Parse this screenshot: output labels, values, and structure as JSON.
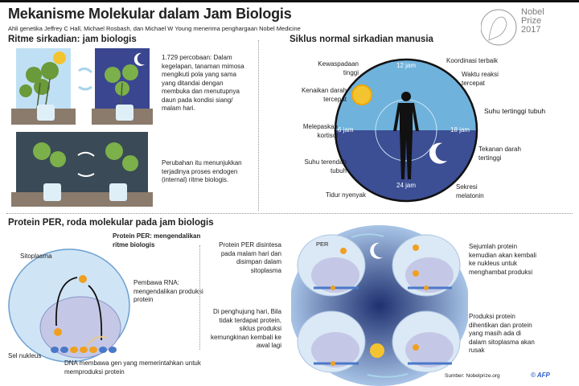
{
  "header": {
    "title": "Mekanisme Molekular dalam Jam Biologis",
    "subtitle": "Ahli genetika Jeffrey C Hall, Michael Rosbash, dan Michael W Young menerima penghargaan Nobel Medicine",
    "logo": {
      "line1": "Nobel",
      "line2": "Prize",
      "line3": "2017"
    }
  },
  "ritme": {
    "heading": "Ritme sirkadian:  jam biologis",
    "text1": "1.729 percobaan: Dalam kegelapan, tanaman mimosa mengikuti pola yang sama yang ditandai dengan membuka dan menutupnya daun pada kondisi siang/ malam hari.",
    "text2": "Perubahan itu menunjukkan terjadinya proses endogen (internal) ritme biologis."
  },
  "siklus": {
    "heading": "Siklus normal sirkadian manusia",
    "hours": {
      "h12": "12 jam",
      "h6": "6 jam",
      "h18": "18 jam",
      "h24": "24 jam"
    },
    "labels": {
      "kewaspadaan": "Kewaspadaan tinggi",
      "kenaikan": "Kenaikan darah tercepat",
      "melepaskan": "Melepaskan kortisol",
      "suhu_rendah": "Suhu terendah tubuh",
      "tidur": "Tidur nyenyak",
      "koordinasi": "Koordinasi terbaik",
      "waktu": "Waktu reaksi tercepat",
      "suhu_tinggi": "Suhu tertinggi tubuh",
      "tekanan": "Tekanan darah tertinggi",
      "sekresi": "Sekresi melatonin"
    },
    "colors": {
      "day": "#6fb2dc",
      "night": "#3c4e94"
    }
  },
  "protein": {
    "heading": "Protein PER, roda molekular pada jam biologis",
    "per_label": "Protein PER: mengendalikan ritme biologis",
    "sitoplasma": "Sitoplasma",
    "rna": "Pembawa RNA: mengendalikan produksi protein",
    "nukleus": "Sel nukleus",
    "dna": "DNA membawa gen yang memerintahkan untuk memproduksi protein",
    "step1": "Protein PER disintesa pada malam hari dan disimpan dalam sitoplasma",
    "step4": "Di penghujung hari, Bila tidak terdapat protein, siklus produksi kemungkinan kembali ke awal lagi",
    "step2": "Sejumlah protein kemudian akan kembali ke nukleus untuk menghambat produksi",
    "step3": "Produksi protein dihentikan dan protein yang masih ada di dalam sitoplasma akan rusak",
    "per_short": "PER"
  },
  "footer": {
    "source": "Sumber: Nobelprize.org",
    "credit": "© AFP"
  }
}
